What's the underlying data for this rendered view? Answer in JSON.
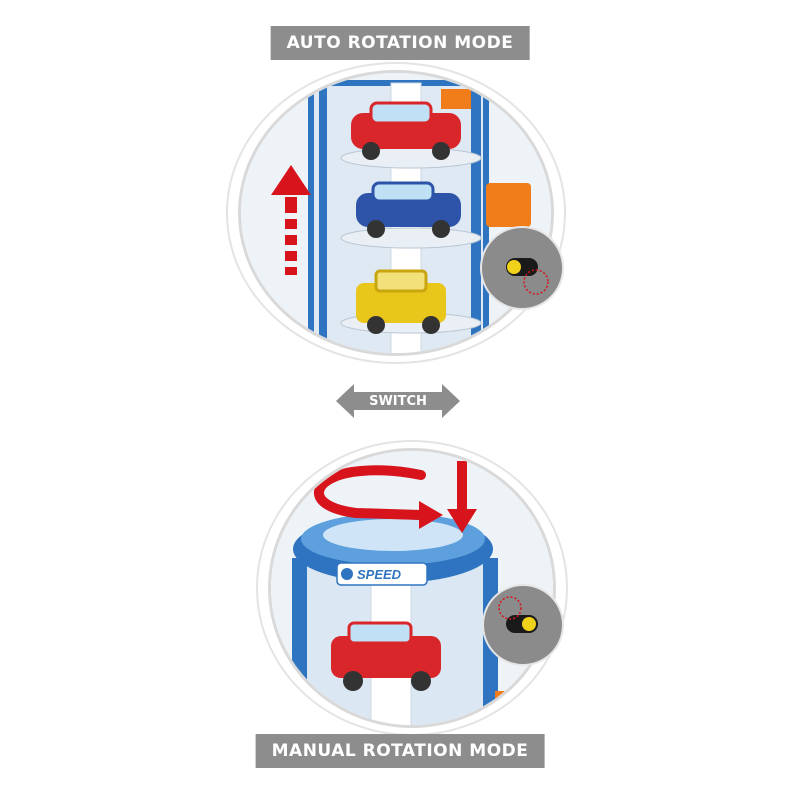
{
  "panels": {
    "auto": {
      "title": "AUTO ROTATION MODE"
    },
    "manual": {
      "title": "MANUAL ROTATION MODE",
      "top_logo_text": "SPEED"
    }
  },
  "switch": {
    "label": "SWITCH"
  },
  "colors": {
    "banner": "#8d8d8d",
    "arrow_red": "#d7141b",
    "tower_blue": "#2f74c0",
    "accent_orange": "#f07d1a",
    "car_red": "#d9262b",
    "car_blue": "#2d54a8",
    "car_yellow": "#e8c61a"
  }
}
